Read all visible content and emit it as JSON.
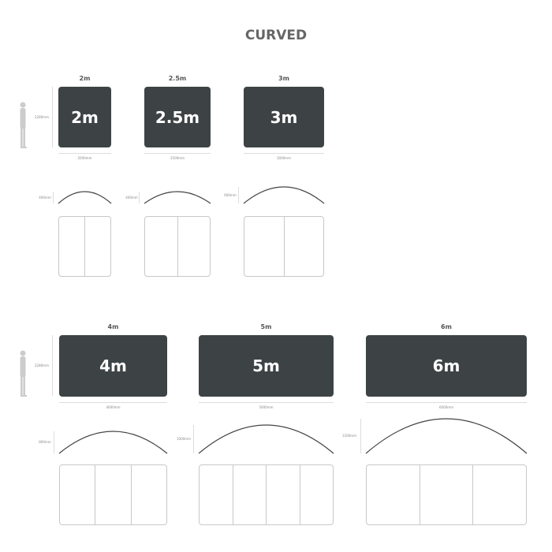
{
  "title": "CURVED",
  "height_label": "2280mm",
  "items": [
    {
      "label": "2m",
      "width_label": "2000mm",
      "depth_label": "400mm",
      "panels": 2
    },
    {
      "label": "2.5m",
      "width_label": "2500mm",
      "depth_label": "400mm",
      "panels": 2
    },
    {
      "label": "3m",
      "width_label": "3000mm",
      "depth_label": "600mm",
      "panels": 2
    },
    {
      "label": "4m",
      "width_label": "4000mm",
      "depth_label": "800mm",
      "panels": 3
    },
    {
      "label": "5m",
      "width_label": "5000mm",
      "depth_label": "1000mm",
      "panels": 4
    },
    {
      "label": "6m",
      "width_label": "6000mm",
      "depth_label": "1200mm",
      "panels": 3
    }
  ],
  "colors": {
    "box": "#3d4345",
    "title": "#666666"
  }
}
